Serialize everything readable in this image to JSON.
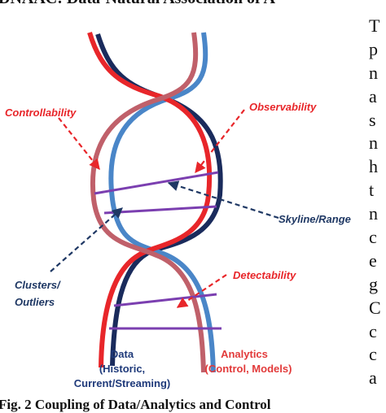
{
  "title": "DNAAC: Data-Natural Association of A",
  "caption": "Fig. 2 Coupling of Data/Analytics and Control",
  "body_column_letters": [
    "T",
    "p",
    "n",
    "a",
    "s",
    "n",
    "h",
    "t",
    "n",
    "c",
    "e",
    "g",
    "C",
    "c",
    "c",
    "a"
  ],
  "figure": {
    "labels": {
      "controllability": "Controllability",
      "observability": "Observability",
      "skyline_range": "Skyline/Range",
      "detectability": "Detectability",
      "clusters": "Clusters/",
      "outliers": "Outliers",
      "data_line1": "Data",
      "data_line2": "(Historic,",
      "data_line3": "Current/Streaming)",
      "analytics_line1": "Analytics",
      "analytics_line2": "(Control, Models)"
    },
    "colors": {
      "red_strand": "#e8262a",
      "pink_strand": "#c0606a",
      "navy_strand": "#1a2b5c",
      "blue_strand": "#4a86c8",
      "rungs": "#7b3fb0",
      "red_text": "#e8262a",
      "navy_text": "#1f3864"
    }
  }
}
